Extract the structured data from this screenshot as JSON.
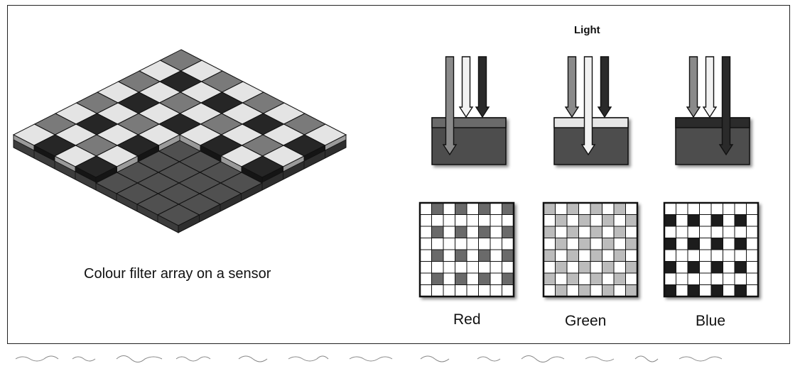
{
  "caption": "Colour filter array on a sensor",
  "light_label": "Light",
  "channels": [
    {
      "key": "red",
      "label": "Red",
      "filter_shade": "#6a6a6a",
      "transmitted_arrow": 0
    },
    {
      "key": "green",
      "label": "Green",
      "filter_shade": "#e6e6e6",
      "transmitted_arrow": 1
    },
    {
      "key": "blue",
      "label": "Blue",
      "filter_shade": "#2b2b2b",
      "transmitted_arrow": 2
    }
  ],
  "colors": {
    "red_filter": "#6a6a6a",
    "green_filter": "#e6e6e6",
    "blue_filter": "#2b2b2b",
    "sensor_body": "#4e4e4e",
    "outline": "#111111"
  },
  "icons": [
    "light-ray-arrow",
    "filter-grid",
    "sensor-block"
  ]
}
